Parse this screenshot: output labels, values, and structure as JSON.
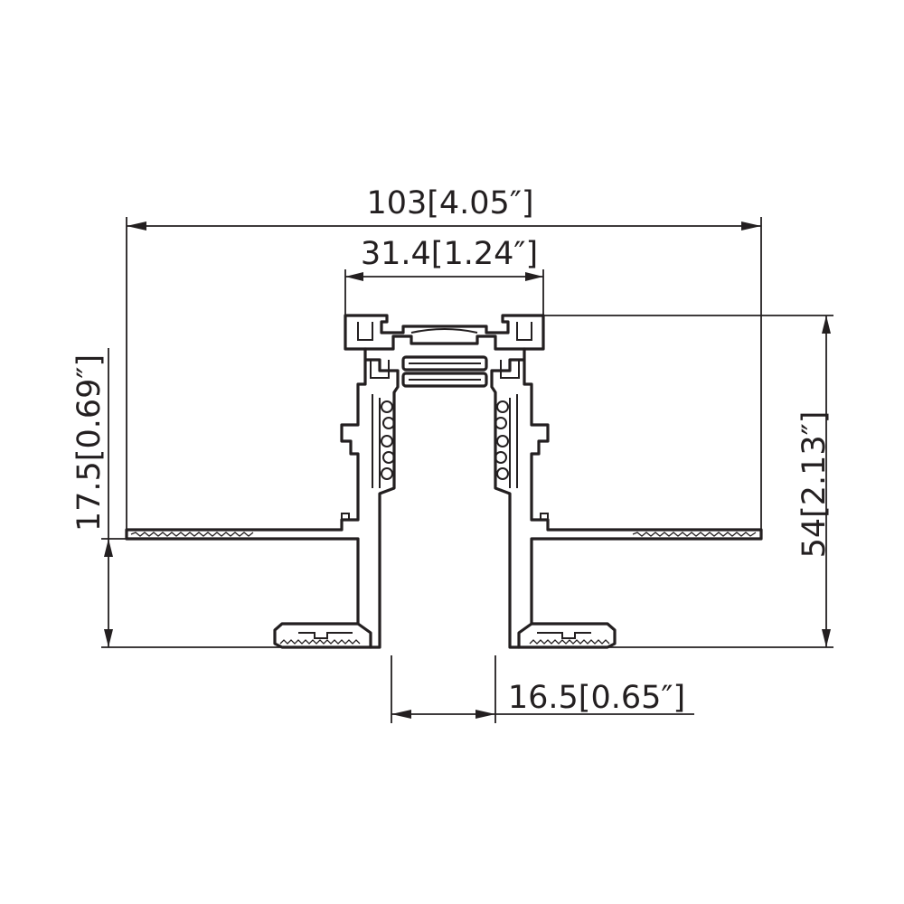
{
  "dimensions": {
    "overall_width": "103[4.05″]",
    "top_width": "31.4[1.24″]",
    "flange_height": "17.5[0.69″]",
    "overall_height": "54[2.13″]",
    "slot_width": "16.5[0.65″]"
  }
}
